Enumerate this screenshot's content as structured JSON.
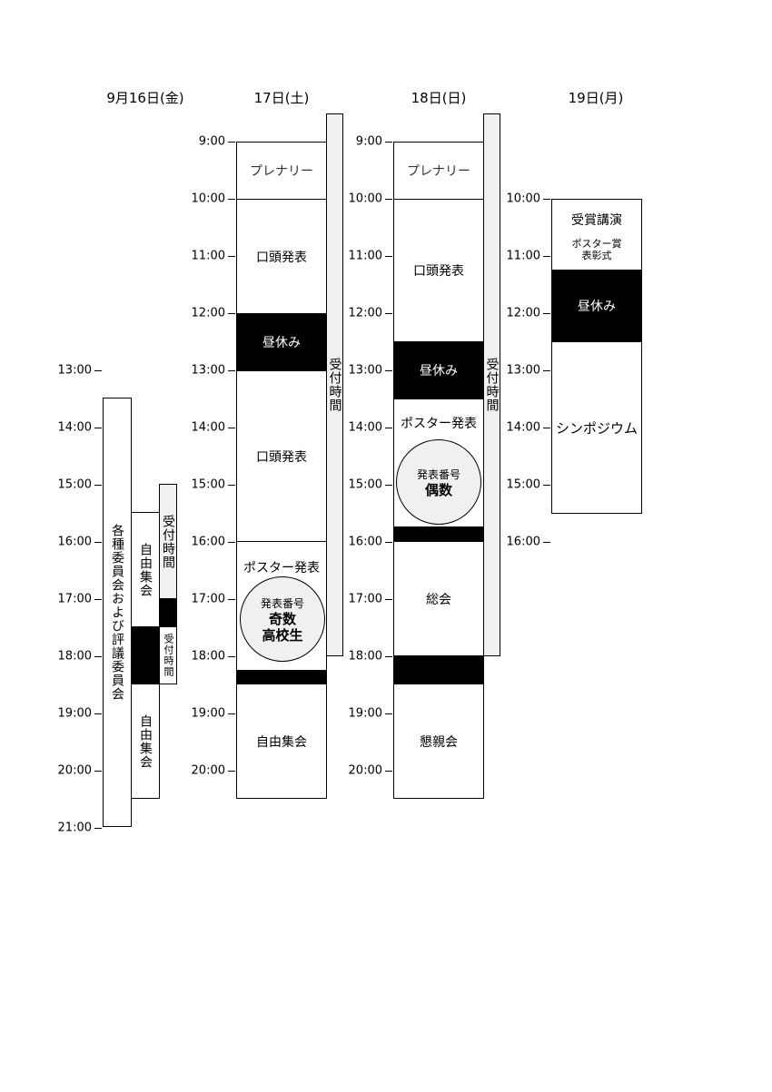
{
  "days": [
    {
      "header": "9月16日(金)",
      "ticks": [
        "13:00",
        "14:00",
        "15:00",
        "16:00",
        "17:00",
        "18:00",
        "19:00",
        "20:00",
        "21:00"
      ]
    },
    {
      "header": "17日(土)",
      "ticks": [
        "9:00",
        "10:00",
        "11:00",
        "12:00",
        "13:00",
        "14:00",
        "15:00",
        "16:00",
        "17:00",
        "18:00",
        "19:00",
        "20:00"
      ]
    },
    {
      "header": "18日(日)",
      "ticks": [
        "9:00",
        "10:00",
        "11:00",
        "12:00",
        "13:00",
        "14:00",
        "15:00",
        "16:00",
        "17:00",
        "18:00",
        "19:00",
        "20:00"
      ]
    },
    {
      "header": "19日(月)",
      "ticks": [
        "10:00",
        "11:00",
        "12:00",
        "13:00",
        "14:00",
        "15:00",
        "16:00"
      ]
    }
  ],
  "blocks": {
    "d16_committee": "各種委員会および評議委員会",
    "d16_free1": "自由集会",
    "d16_free2": "自由集会",
    "d16_reception1": "受付時間",
    "d16_reception2": "受付時間",
    "d17_plenary": "プレナリー",
    "d17_oral1": "口頭発表",
    "d17_lunch": "昼休み",
    "d17_oral2": "口頭発表",
    "d17_poster": "ポスター発表",
    "d17_poster_note": "発表番号",
    "d17_poster_odd": "奇数",
    "d17_poster_hs": "高校生",
    "d17_free": "自由集会",
    "d17_reception": "受付時間",
    "d18_plenary": "プレナリー",
    "d18_oral": "口頭発表",
    "d18_lunch": "昼休み",
    "d18_poster": "ポスター発表",
    "d18_poster_note": "発表番号",
    "d18_poster_even": "偶数",
    "d18_general": "総会",
    "d18_party": "懇親会",
    "d18_reception": "受付時間",
    "d19_award": "受賞講演",
    "d19_poster_award": "ポスター賞",
    "d19_poster_award2": "表彰式",
    "d19_lunch": "昼休み",
    "d19_symposium": "シンポジウム"
  }
}
